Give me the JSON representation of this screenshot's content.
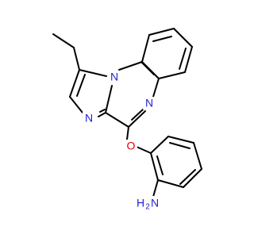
{
  "molecule": {
    "atom_labels": {
      "n_bridge": "N",
      "n_pyrazine": "N",
      "n_imidazole": "N",
      "oxygen": "O",
      "amine_n": "N",
      "amine_h": "H",
      "amine_h_count": "2"
    },
    "colors": {
      "nitrogen": "#1f1fd6",
      "oxygen": "#e00000",
      "carbon_bond": "#000000"
    }
  }
}
